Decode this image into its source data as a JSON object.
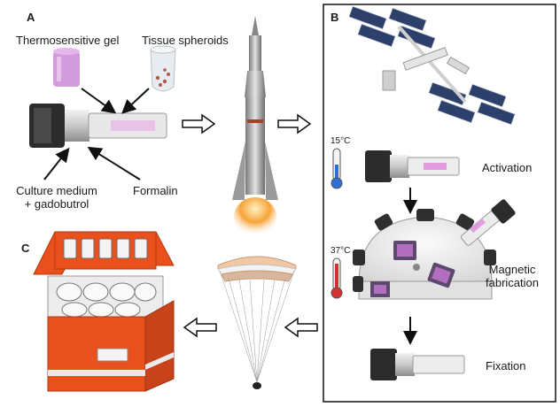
{
  "panels": {
    "a": "A",
    "b": "B",
    "c": "C"
  },
  "panel_a": {
    "thermosensitive_gel": "Thermosensitive gel",
    "tissue_spheroids": "Tissue spheroids",
    "culture_medium_line1": "Culture medium",
    "culture_medium_line2": "+ gadobutrol",
    "formalin": "Formalin"
  },
  "panel_b": {
    "temp_cold": "15°C",
    "temp_warm": "37°C",
    "activation": "Activation",
    "magnetic_line1": "Magnetic",
    "magnetic_line2": "fabrication",
    "fixation": "Fixation"
  },
  "colors": {
    "orange_case": "#e8501c",
    "gel_pink": "#c98ad6",
    "thermo_cold": "#2f6fd6",
    "thermo_warm": "#d6302f"
  }
}
